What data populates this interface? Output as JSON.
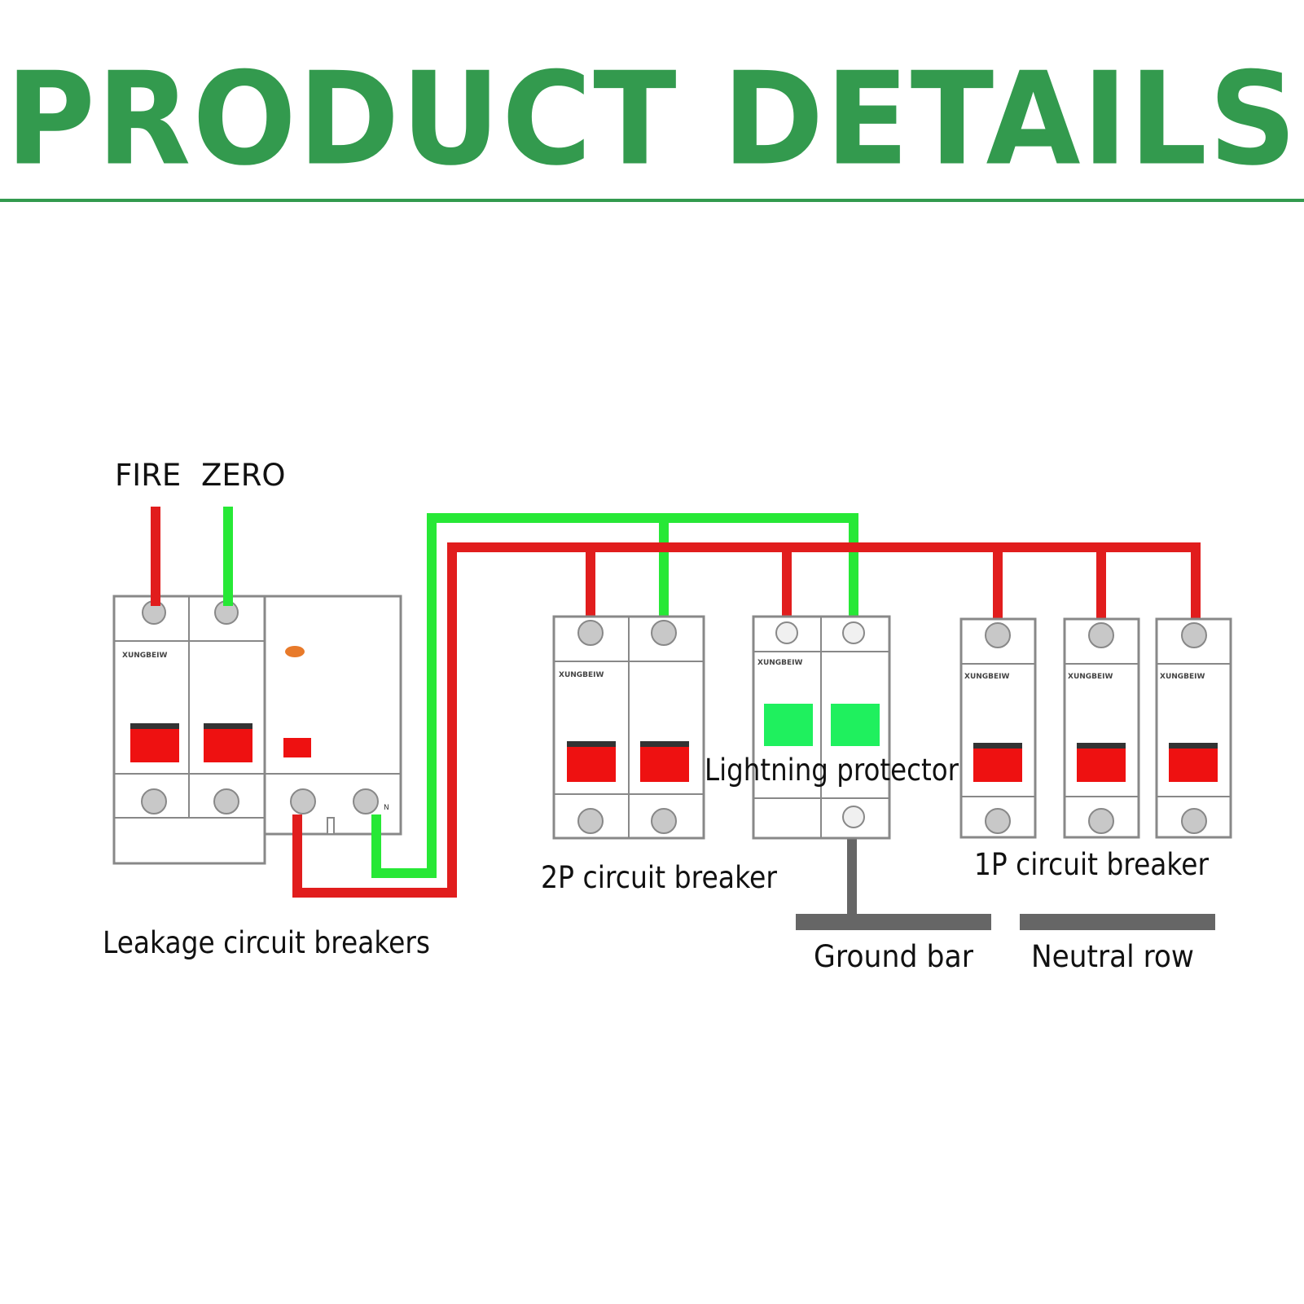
{
  "header": {
    "title": "PRODUCT DETAILS"
  },
  "colors": {
    "title_green": "#339a4e",
    "live_wire": "#e11d1d",
    "neutral_wire": "#27e836",
    "ground_wire": "#666666",
    "handle_red": "#ee1111",
    "spd_window_green": "#1ff05e"
  },
  "labels": {
    "fire": "FIRE",
    "zero": "ZERO",
    "leakage": "Leakage circuit breakers",
    "two_pole": "2P circuit breaker",
    "lightning": "Lightning protector",
    "one_pole": "1P circuit breaker",
    "ground_bar": "Ground bar",
    "neutral_row": "Neutral row"
  },
  "icons": {
    "leakage_breaker": "rcbo-2p-icon",
    "two_pole_breaker": "mcb-2p-icon",
    "surge_protector": "spd-icon",
    "one_pole_breaker": "mcb-1p-icon"
  }
}
